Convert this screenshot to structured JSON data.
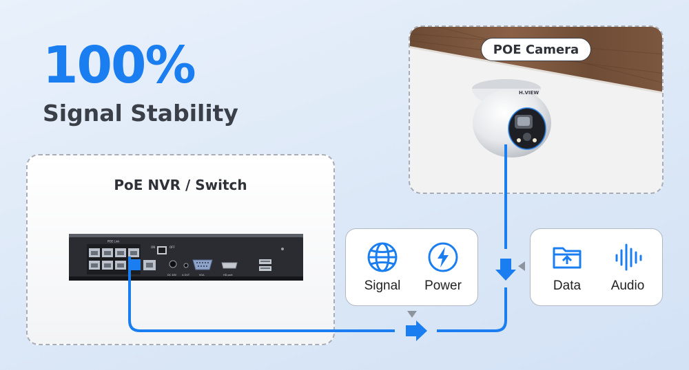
{
  "headline": "100%",
  "subheadline": "Signal Stability",
  "nvr": {
    "title": "PoE NVR / Switch",
    "device_labels": [
      "POE Link",
      "ON",
      "OFF",
      "DC 48V",
      "4-OUT",
      "VGA",
      "HD.port"
    ]
  },
  "camera": {
    "label": "POE Camera",
    "brand": "H.VIEW"
  },
  "signal_power": [
    {
      "label": "Signal",
      "icon": "globe-icon"
    },
    {
      "label": "Power",
      "icon": "lightning-icon"
    }
  ],
  "data_audio": [
    {
      "label": "Data",
      "icon": "folder-upload-icon"
    },
    {
      "label": "Audio",
      "icon": "audio-wave-icon"
    }
  ],
  "colors": {
    "accent": "#1b7ef0",
    "text_dark": "#2e3138",
    "dashed_border": "#a6adb8",
    "arrow_gray": "#8e949d"
  }
}
